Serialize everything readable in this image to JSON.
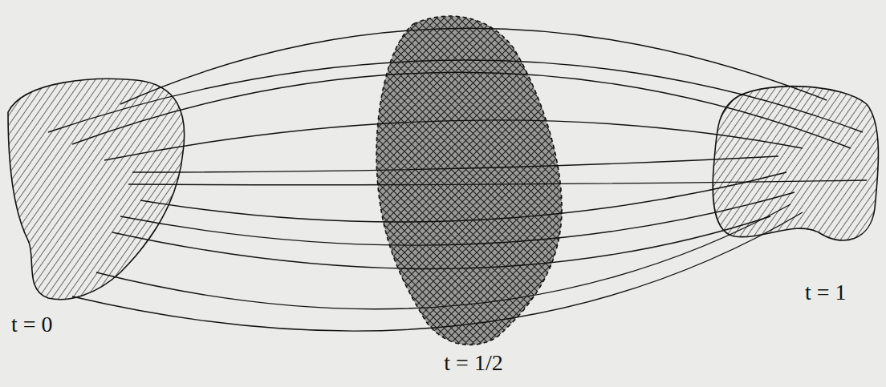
{
  "diagram": {
    "labels": [
      "t = 0",
      "t = 1/2",
      "t = 1"
    ]
  }
}
